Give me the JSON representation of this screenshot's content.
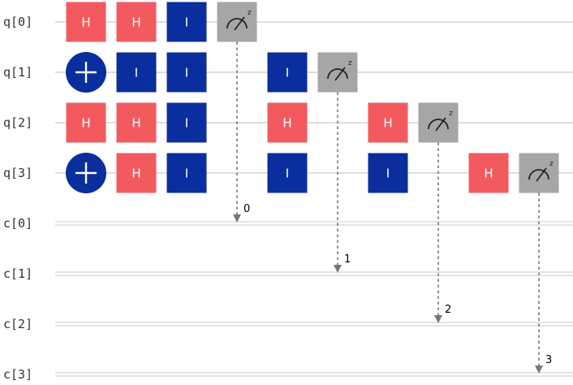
{
  "circuit": {
    "qubits": [
      "q[0]",
      "q[1]",
      "q[2]",
      "q[3]"
    ],
    "clbits": [
      "c[0]",
      "c[1]",
      "c[2]",
      "c[3]"
    ],
    "gates": [
      {
        "type": "H",
        "label": "H",
        "qubit": 0,
        "column": 0
      },
      {
        "type": "H",
        "label": "H",
        "qubit": 0,
        "column": 1
      },
      {
        "type": "I",
        "label": "I",
        "qubit": 0,
        "column": 2
      },
      {
        "type": "MEASURE",
        "qubit": 0,
        "clbit": 0,
        "column": 3
      },
      {
        "type": "X",
        "qubit": 1,
        "column": 0
      },
      {
        "type": "I",
        "label": "I",
        "qubit": 1,
        "column": 1
      },
      {
        "type": "I",
        "label": "I",
        "qubit": 1,
        "column": 2
      },
      {
        "type": "I",
        "label": "I",
        "qubit": 1,
        "column": 4
      },
      {
        "type": "MEASURE",
        "qubit": 1,
        "clbit": 1,
        "column": 5
      },
      {
        "type": "H",
        "label": "H",
        "qubit": 2,
        "column": 0
      },
      {
        "type": "H",
        "label": "H",
        "qubit": 2,
        "column": 1
      },
      {
        "type": "I",
        "label": "I",
        "qubit": 2,
        "column": 2
      },
      {
        "type": "H",
        "label": "H",
        "qubit": 2,
        "column": 4
      },
      {
        "type": "H",
        "label": "H",
        "qubit": 2,
        "column": 6
      },
      {
        "type": "MEASURE",
        "qubit": 2,
        "clbit": 2,
        "column": 7
      },
      {
        "type": "X",
        "qubit": 3,
        "column": 0
      },
      {
        "type": "H",
        "label": "H",
        "qubit": 3,
        "column": 1
      },
      {
        "type": "I",
        "label": "I",
        "qubit": 3,
        "column": 2
      },
      {
        "type": "I",
        "label": "I",
        "qubit": 3,
        "column": 4
      },
      {
        "type": "I",
        "label": "I",
        "qubit": 3,
        "column": 6
      },
      {
        "type": "H",
        "label": "H",
        "qubit": 3,
        "column": 8
      },
      {
        "type": "MEASURE",
        "qubit": 3,
        "clbit": 3,
        "column": 9
      }
    ],
    "measure_basis_label": "z",
    "measure_clbit_labels": [
      "0",
      "1",
      "2",
      "3"
    ]
  },
  "colors": {
    "h_gate": "#f25a5f",
    "i_gate": "#0a2e9e",
    "x_gate": "#0a2e9e",
    "measure_gate": "#a6a6a6"
  }
}
